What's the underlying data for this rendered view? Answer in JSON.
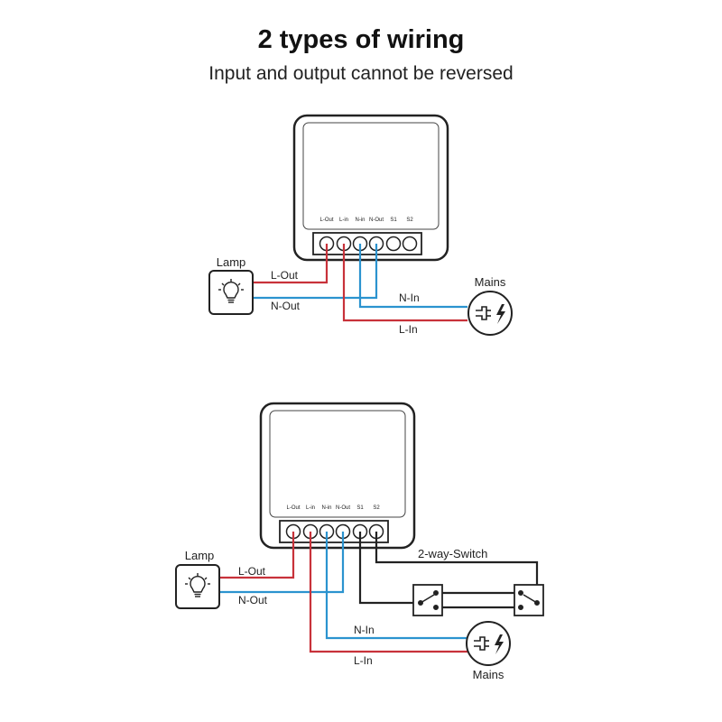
{
  "header": {
    "title": "2 types of wiring",
    "subtitle": "Input and output cannot be reversed"
  },
  "terminals": [
    "L-Out",
    "L-in",
    "N-in",
    "N-Out",
    "S1",
    "S2"
  ],
  "diagram1": {
    "lamp_label": "Lamp",
    "mains_label": "Mains",
    "wire_l_out": "L-Out",
    "wire_n_out": "N-Out",
    "wire_n_in": "N-In",
    "wire_l_in": "L-In"
  },
  "diagram2": {
    "lamp_label": "Lamp",
    "mains_label": "Mains",
    "switch_label": "2-way-Switch",
    "wire_l_out": "L-Out",
    "wire_n_out": "N-Out",
    "wire_n_in": "N-In",
    "wire_l_in": "L-In"
  },
  "colors": {
    "live": "#c8323a",
    "neutral": "#2b93cf",
    "switch_wire": "#222222",
    "outline": "#222222"
  }
}
